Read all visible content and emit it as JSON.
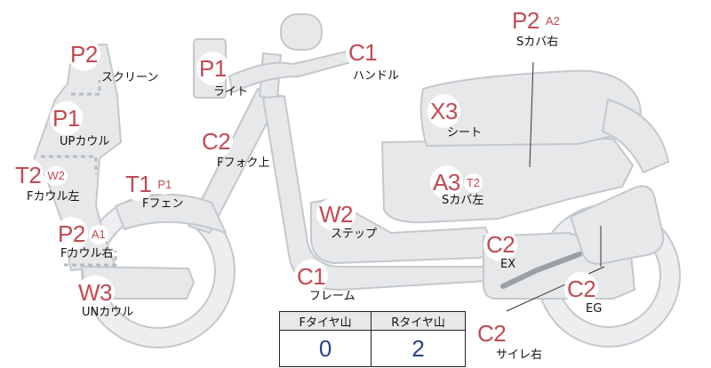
{
  "parts": [
    {
      "id": "screen",
      "grade": "P2",
      "label": "スクリーン"
    },
    {
      "id": "light",
      "grade": "P1",
      "label": "ライト"
    },
    {
      "id": "handle",
      "grade": "C1",
      "label": "ハンドル"
    },
    {
      "id": "seat-cover-right",
      "grade": "P2",
      "sub": "A2",
      "label": "Sカバ右"
    },
    {
      "id": "up-cowl",
      "grade": "P1",
      "label": "UPカウル"
    },
    {
      "id": "front-fork",
      "grade": "C2",
      "label": "Fフォク上"
    },
    {
      "id": "seat",
      "grade": "X3",
      "label": "シート"
    },
    {
      "id": "front-cowl-left",
      "grade": "T2",
      "sub": "W2",
      "label": "Fカウル左"
    },
    {
      "id": "front-fender",
      "grade": "T1",
      "sub": "P1",
      "label": "Fフェン"
    },
    {
      "id": "seat-cover-left",
      "grade": "A3",
      "sub": "T2",
      "label": "Sカバ左"
    },
    {
      "id": "step",
      "grade": "W2",
      "label": "ステップ"
    },
    {
      "id": "front-cowl-right",
      "grade": "P2",
      "sub": "A1",
      "label": "Fカウル右"
    },
    {
      "id": "exhaust",
      "grade": "C2",
      "label": "EX"
    },
    {
      "id": "frame",
      "grade": "C1",
      "label": "フレーム"
    },
    {
      "id": "engine",
      "grade": "C2",
      "label": "EG"
    },
    {
      "id": "under-cowl",
      "grade": "W3",
      "label": "UNカウル"
    },
    {
      "id": "silencer-right",
      "grade": "C2",
      "label": "サイレ右"
    }
  ],
  "tires": {
    "front_label": "Fタイヤ山",
    "rear_label": "Rタイヤ山",
    "front_value": "0",
    "rear_value": "2"
  }
}
